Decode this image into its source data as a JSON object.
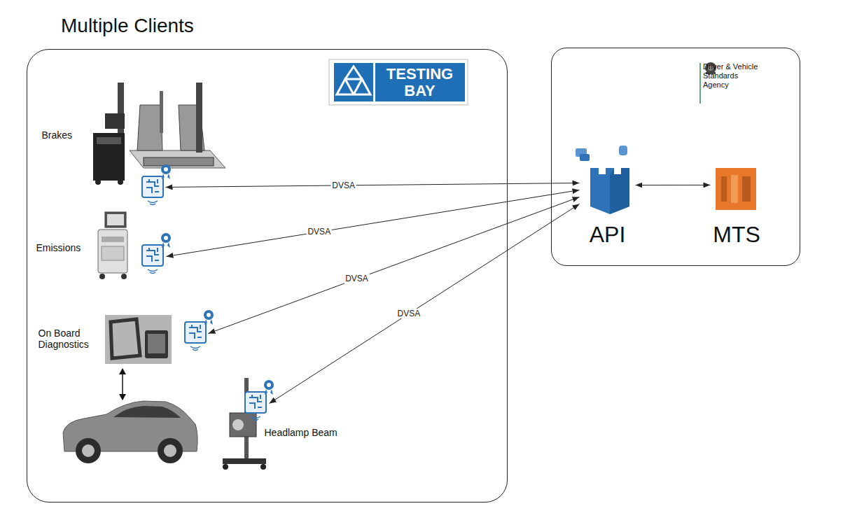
{
  "diagram": {
    "nodes": [
      {
        "text": [
          "Multiple Clients"
        ]
      },
      {
        "text": [
          "TESTING BAY"
        ],
        "in": 0
      },
      {
        "text": [
          "Brakes"
        ],
        "in": 0
      },
      {
        "text": [
          "Emissions"
        ],
        "in": 0
      },
      {
        "text": [
          "On Board Diagnostics"
        ],
        "in": 0
      },
      {
        "text": [
          "Headlamp Beam"
        ],
        "in": 0
      },
      {
        "text": [
          "Driver & Vehicle Standards Agency"
        ]
      },
      {
        "text": [
          "API"
        ],
        "in": 6
      },
      {
        "text": [
          "MTS"
        ],
        "in": 6
      }
    ],
    "edges": [
      {
        "from": 2,
        "to": 7,
        "arrow": "both",
        "label": "DVSA"
      },
      {
        "from": 3,
        "to": 7,
        "arrow": "both",
        "label": "DVSA"
      },
      {
        "from": 4,
        "to": 7,
        "arrow": "both",
        "label": "DVSA"
      },
      {
        "from": 5,
        "to": 7,
        "arrow": "both",
        "label": "DVSA"
      },
      {
        "from": 7,
        "to": 8,
        "arrow": "both"
      }
    ]
  }
}
